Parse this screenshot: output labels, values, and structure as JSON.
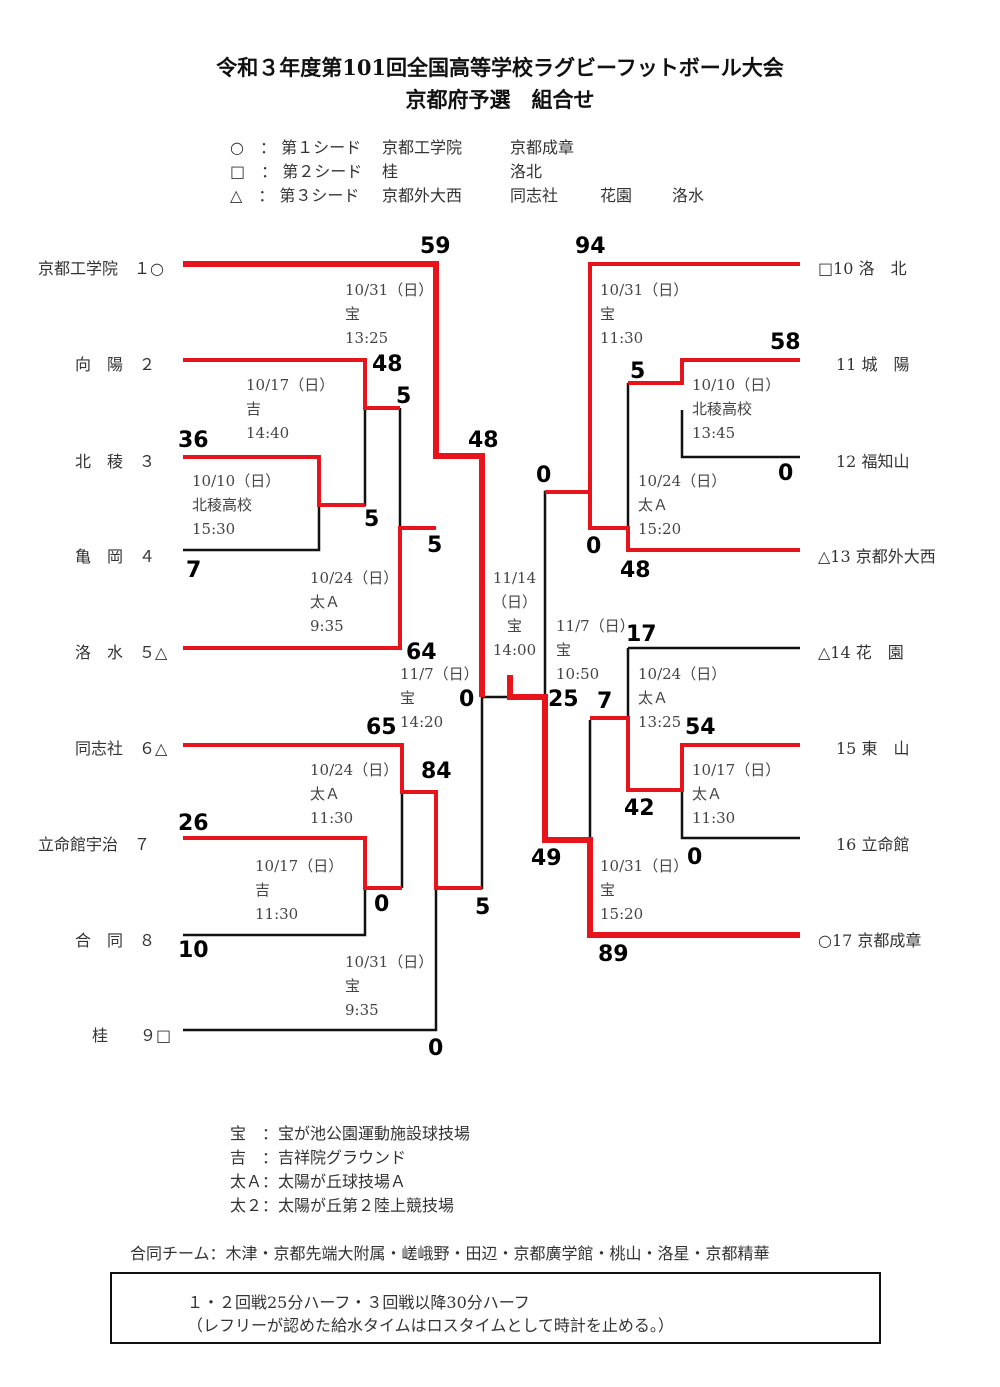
{
  "title": {
    "line1": "令和３年度第101回全国高等学校ラグビーフットボール大会",
    "line2": "京都府予選　組合せ"
  },
  "seeds": [
    {
      "mark": "○",
      "label": "第１シード",
      "teams": [
        "京都工学院",
        "京都成章"
      ]
    },
    {
      "mark": "□",
      "label": "第２シード",
      "teams": [
        "桂",
        "洛北"
      ]
    },
    {
      "mark": "△",
      "label": "第３シード",
      "teams": [
        "京都外大西",
        "同志社",
        "花園",
        "洛水"
      ]
    }
  ],
  "teams_left": [
    "京都工学院　１○",
    "向　陽　２",
    "北　稜　３",
    "亀　岡　４",
    "洛　水　５△",
    "同志社　６△",
    "立命館宇治　７",
    "合　同　８",
    "桂　　９□"
  ],
  "teams_right": [
    "□10 洛　北",
    "11 城　陽",
    "12 福知山",
    "△13 京都外大西",
    "△14 花　園",
    "15 東　山",
    "16 立命館",
    "○17 京都成章"
  ],
  "schedules": [
    "10/31（日）\n宝\n13:25",
    "10/17（日）\n吉\n14:40",
    "10/10（日）\n北稜高校\n15:30",
    "10/24（日）\n太Ａ\n9:35",
    "11/7（日）\n宝\n14:20",
    "10/24（日）\n太Ａ\n11:30",
    "10/17（日）\n吉\n11:30",
    "10/31（日）\n宝\n9:35",
    "11/14\n（日）\n宝\n14:00",
    "10/31（日）\n宝\n11:30",
    "10/10（日）\n北稜高校\n13:45",
    "10/24（日）\n太Ａ\n15:20",
    "11/7（日）\n宝\n10:50",
    "10/24（日）\n太Ａ\n13:25",
    "10/17（日）\n太Ａ\n11:30",
    "10/31（日）\n宝\n15:20"
  ],
  "scores": [
    "59",
    "48",
    "5",
    "36",
    "5",
    "7",
    "48",
    "5",
    "64",
    "0",
    "65",
    "84",
    "26",
    "0",
    "10",
    "5",
    "0",
    "94",
    "58",
    "5",
    "0",
    "0",
    "0",
    "48",
    "17",
    "7",
    "54",
    "42",
    "0",
    "25",
    "49",
    "89"
  ],
  "venues": [
    "宝　：宝が池公園運動施設球技場",
    "吉　：吉祥院グラウンド",
    "太Ａ：太陽が丘球技場Ａ",
    "太２：太陽が丘第２陸上競技場"
  ],
  "joint_team": "合同チーム：木津・京都先端大附属・嵯峨野・田辺・京都廣学館・桃山・洛星・京都精華",
  "rules": [
    "１・２回戦25分ハーフ・３回戦以降30分ハーフ",
    "（レフリーが認めた給水タイムはロスタイムとして時計を止める。）"
  ],
  "colors": {
    "win": "#e8141c",
    "line": "#111111"
  }
}
